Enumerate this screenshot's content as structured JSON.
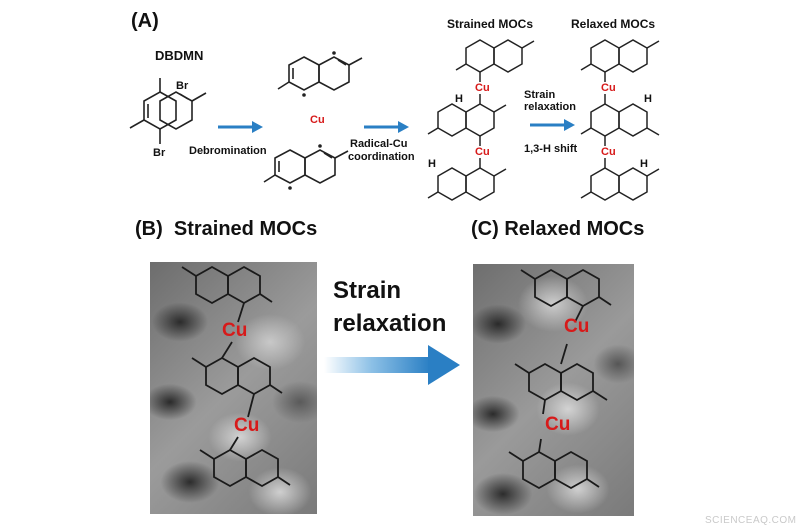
{
  "panel_a": {
    "label": "(A)",
    "molecule": "DBDMN",
    "br_top": "Br",
    "br_bottom": "Br",
    "cu": "Cu",
    "step1": "Debromination",
    "step2_line1": "Radical-Cu",
    "step2_line2": "coordination",
    "strained_title": "Strained MOCs",
    "relaxed_title": "Relaxed MOCs",
    "step3_line1": "Strain",
    "step3_line2": "relaxation",
    "step3_line3": "1,3-H shift",
    "h": "H"
  },
  "panel_b": {
    "title": "(B)  Strained MOCs",
    "cu": "Cu"
  },
  "panel_c": {
    "title": "(C) Relaxed MOCs",
    "cu": "Cu"
  },
  "center_arrow": {
    "line1": "Strain",
    "line2": "relaxation"
  },
  "watermark": "SCIENCEAQ.COM",
  "colors": {
    "arrow_blue": "#2a7fc4",
    "cu_red": "#d71a1a"
  }
}
